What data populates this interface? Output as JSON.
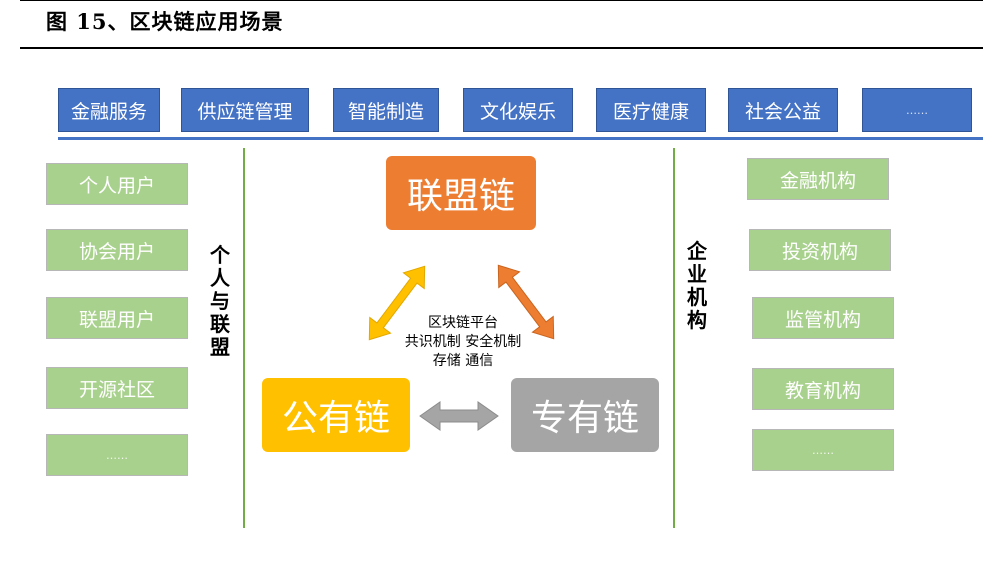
{
  "title": "图 15、区块链应用场景",
  "top_categories": [
    "金融服务",
    "供应链管理",
    "智能制造",
    "文化娱乐",
    "医疗健康",
    "社会公益",
    "……"
  ],
  "left_users": [
    "个人用户",
    "协会用户",
    "联盟用户",
    "开源社区",
    "……"
  ],
  "left_label": "个人与联盟",
  "right_orgs": [
    "金融机构",
    "投资机构",
    "监管机构",
    "教育机构",
    "……"
  ],
  "right_label": "企业机构",
  "chains": {
    "consortium": "联盟链",
    "public": "公有链",
    "private": "专有链"
  },
  "platform": {
    "line1": "区块链平台",
    "line2": "共识机制 安全机制",
    "line3": "存储 通信"
  },
  "colors": {
    "blue": "#4472c4",
    "green": "#a9d18e",
    "orange": "#ed7d31",
    "yellow": "#ffc000",
    "gray": "#a5a5a5"
  }
}
